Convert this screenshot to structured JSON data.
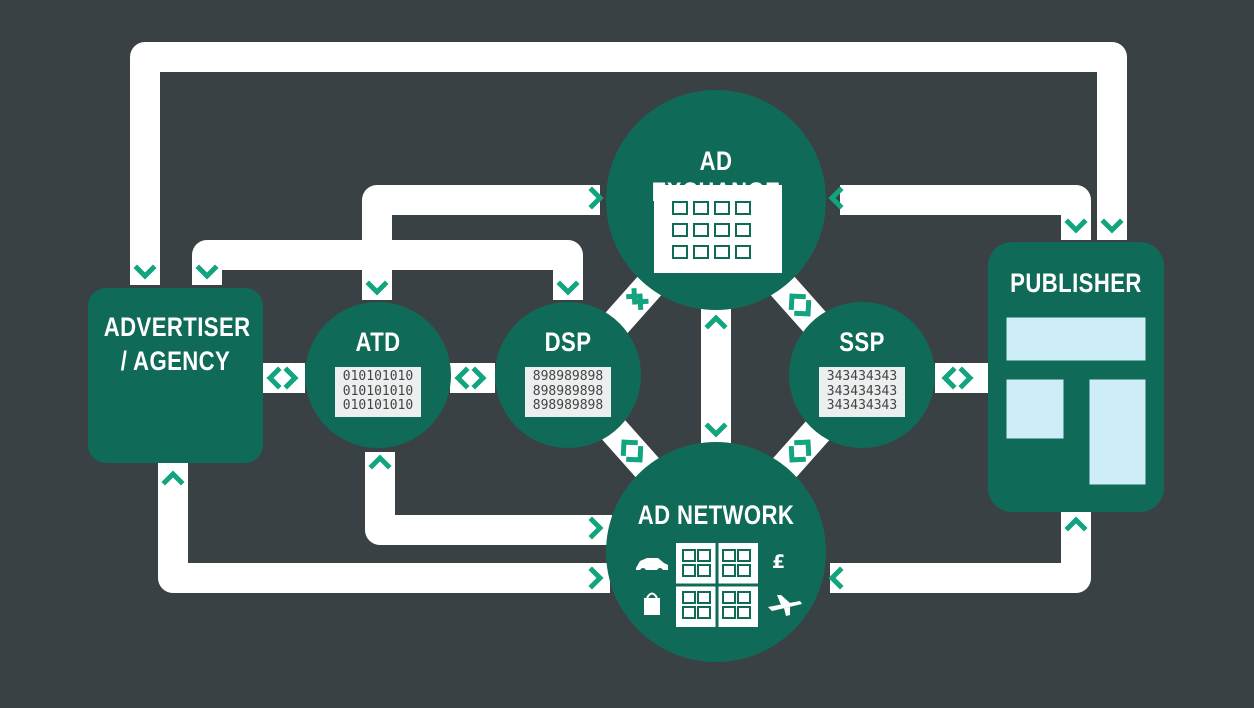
{
  "colors": {
    "background": "#3a4144",
    "node_green": "#0f6b57",
    "connector": "#ffffff",
    "chevron": "#12a37f",
    "screen_light": "#cdeef8"
  },
  "nodes": {
    "advertiser": {
      "label_line1": "ADVERTISER",
      "label_line2": "/ AGENCY"
    },
    "atd": {
      "label": "ATD",
      "data_rows": [
        "010101010",
        "010101010",
        "010101010"
      ]
    },
    "dsp": {
      "label": "DSP",
      "data_rows": [
        "898989898",
        "898989898",
        "898989898"
      ]
    },
    "ad_exchange": {
      "label": "AD EXCHANGE"
    },
    "ssp": {
      "label": "SSP",
      "data_rows": [
        "343434343",
        "343434343",
        "343434343"
      ]
    },
    "ad_network": {
      "label": "AD NETWORK",
      "currency_symbol": "£"
    },
    "publisher": {
      "label": "PUBLISHER"
    }
  },
  "icons": [
    "car-icon",
    "shopping-bag-icon",
    "pound-icon",
    "airplane-icon",
    "grid-icon",
    "ad-layout-icon"
  ]
}
